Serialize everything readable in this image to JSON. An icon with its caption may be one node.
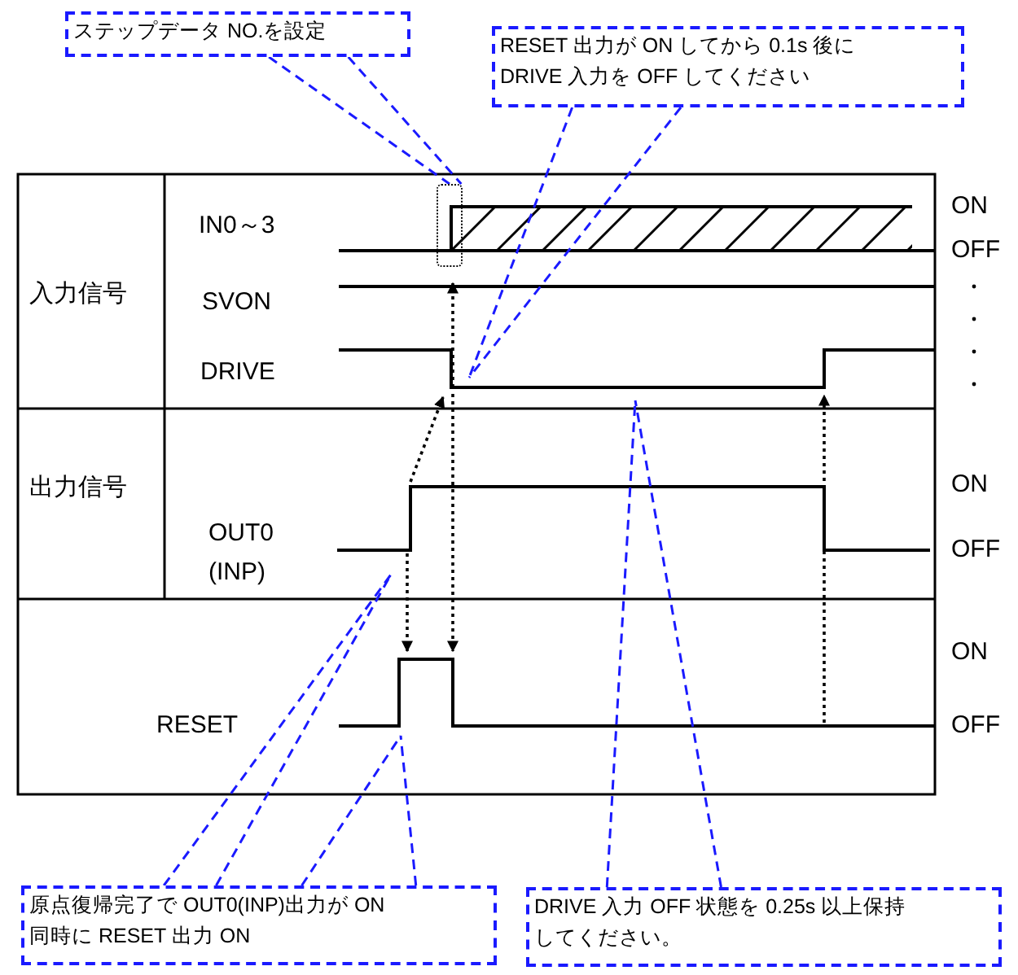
{
  "diagram": {
    "nodes": [
      {
        "text": [
          "ステップデータ NO.を設定"
        ]
      },
      {
        "text": [
          "RESET 出力が ON してから 0.1s 後に DRIVE 入力を OFF してください"
        ]
      },
      {
        "text": [
          "原点復帰完了で OUT0(INP)出力が ON 同時に RESET 出力 ON"
        ]
      },
      {
        "text": [
          "DRIVE 入力 OFF 状態を 0.25s 以上保持してください。"
        ]
      },
      {
        "text": [],
        "shape": "box"
      }
    ],
    "edges": [
      {
        "from": 0,
        "to": 4,
        "arrow": "none",
        "style": "dashed",
        "color": "#1a1aff"
      },
      {
        "from": 0,
        "to": 4,
        "arrow": "none",
        "style": "dashed",
        "color": "#1a1aff"
      },
      {
        "from": 1,
        "to": null,
        "arrow": "none",
        "style": "dashed",
        "color": "#1a1aff"
      },
      {
        "from": 1,
        "to": null,
        "arrow": "none",
        "style": "dashed",
        "color": "#1a1aff"
      },
      {
        "from": 2,
        "to": null,
        "arrow": "none",
        "style": "dashed",
        "color": "#1a1aff"
      },
      {
        "from": 2,
        "to": null,
        "arrow": "none",
        "style": "dashed",
        "color": "#1a1aff"
      },
      {
        "from": 2,
        "to": null,
        "arrow": "none",
        "style": "dashed",
        "color": "#1a1aff"
      },
      {
        "from": 2,
        "to": null,
        "arrow": "none",
        "style": "dashed",
        "color": "#1a1aff"
      },
      {
        "from": 3,
        "to": null,
        "arrow": "none",
        "style": "dashed",
        "color": "#1a1aff"
      },
      {
        "from": 3,
        "to": null,
        "arrow": "none",
        "style": "dashed",
        "color": "#1a1aff"
      }
    ],
    "labels": [
      "IN0～3",
      "ON",
      "OFF",
      "入力信号",
      "SVON",
      "DRIVE",
      "出力信号",
      "ON",
      "OUT0 (INP)",
      "OFF",
      "ON",
      "RESET",
      "OFF"
    ]
  }
}
